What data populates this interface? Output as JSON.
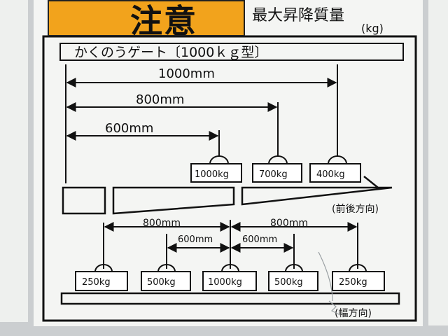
{
  "label": {
    "warning_title": "注意",
    "subtitle": "最大昇降質量",
    "unit": "(kg)",
    "banner": "かくのうゲート〔1000ｋｇ型〕",
    "side_view": {
      "dimensions": [
        "1000mm",
        "800mm",
        "600mm"
      ],
      "weights": [
        "1000kg",
        "700kg",
        "400kg"
      ],
      "direction": "(前後方向)"
    },
    "width_view": {
      "dimensions": [
        "800mm",
        "600mm",
        "600mm",
        "800mm"
      ],
      "weights": [
        "250kg",
        "500kg",
        "1000kg",
        "500kg",
        "250kg"
      ],
      "direction": "(幅方向)"
    }
  },
  "colors": {
    "warning_orange": "#f2a31c",
    "label_white": "#f4f5f3",
    "ink": "#111111"
  }
}
